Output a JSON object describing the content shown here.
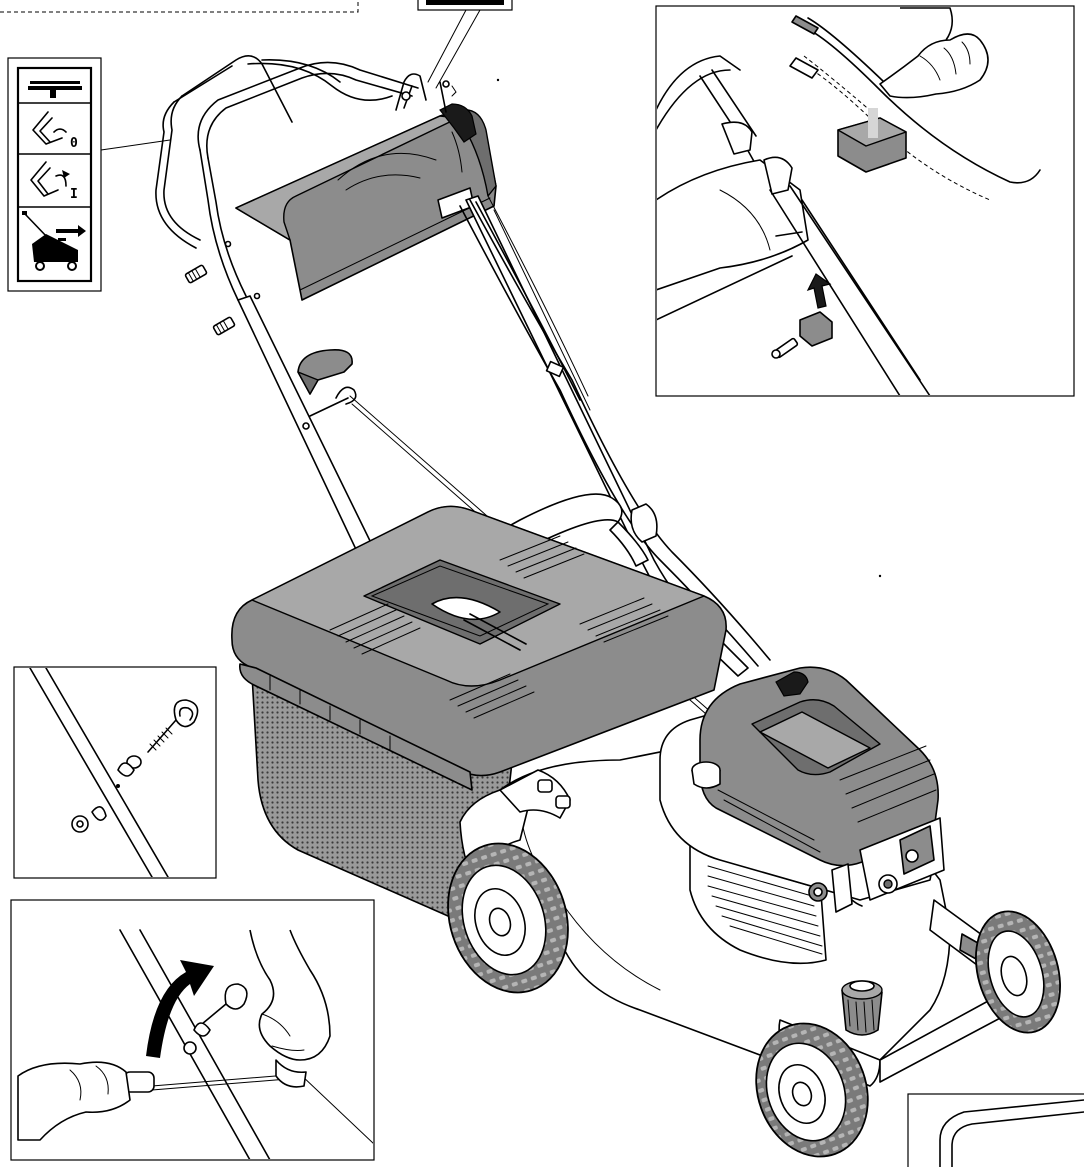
{
  "diagram": {
    "symbols_panel": {
      "items": [
        {
          "icon": "throttle-bar-icon",
          "label": ""
        },
        {
          "icon": "choke-lever-off-icon",
          "label": "0"
        },
        {
          "icon": "choke-lever-on-icon",
          "label": "I"
        },
        {
          "icon": "self-propel-drive-icon",
          "label": ""
        }
      ]
    },
    "insets": [
      {
        "name": "inset-cable-clip",
        "icon": "cable-clip-icon"
      },
      {
        "name": "inset-rope-guide",
        "icon": "rope-guide-bolt-icon"
      },
      {
        "name": "inset-starter-rope",
        "icon": "starter-rope-hands-icon"
      },
      {
        "name": "inset-handle-corner",
        "icon": "handle-corner-icon"
      }
    ],
    "colors": {
      "body_gray": "#8c8c8c",
      "dark_gray": "#6e6e6e",
      "mid_gray": "#a8a8a8",
      "outline": "#000000",
      "background": "#ffffff"
    }
  }
}
